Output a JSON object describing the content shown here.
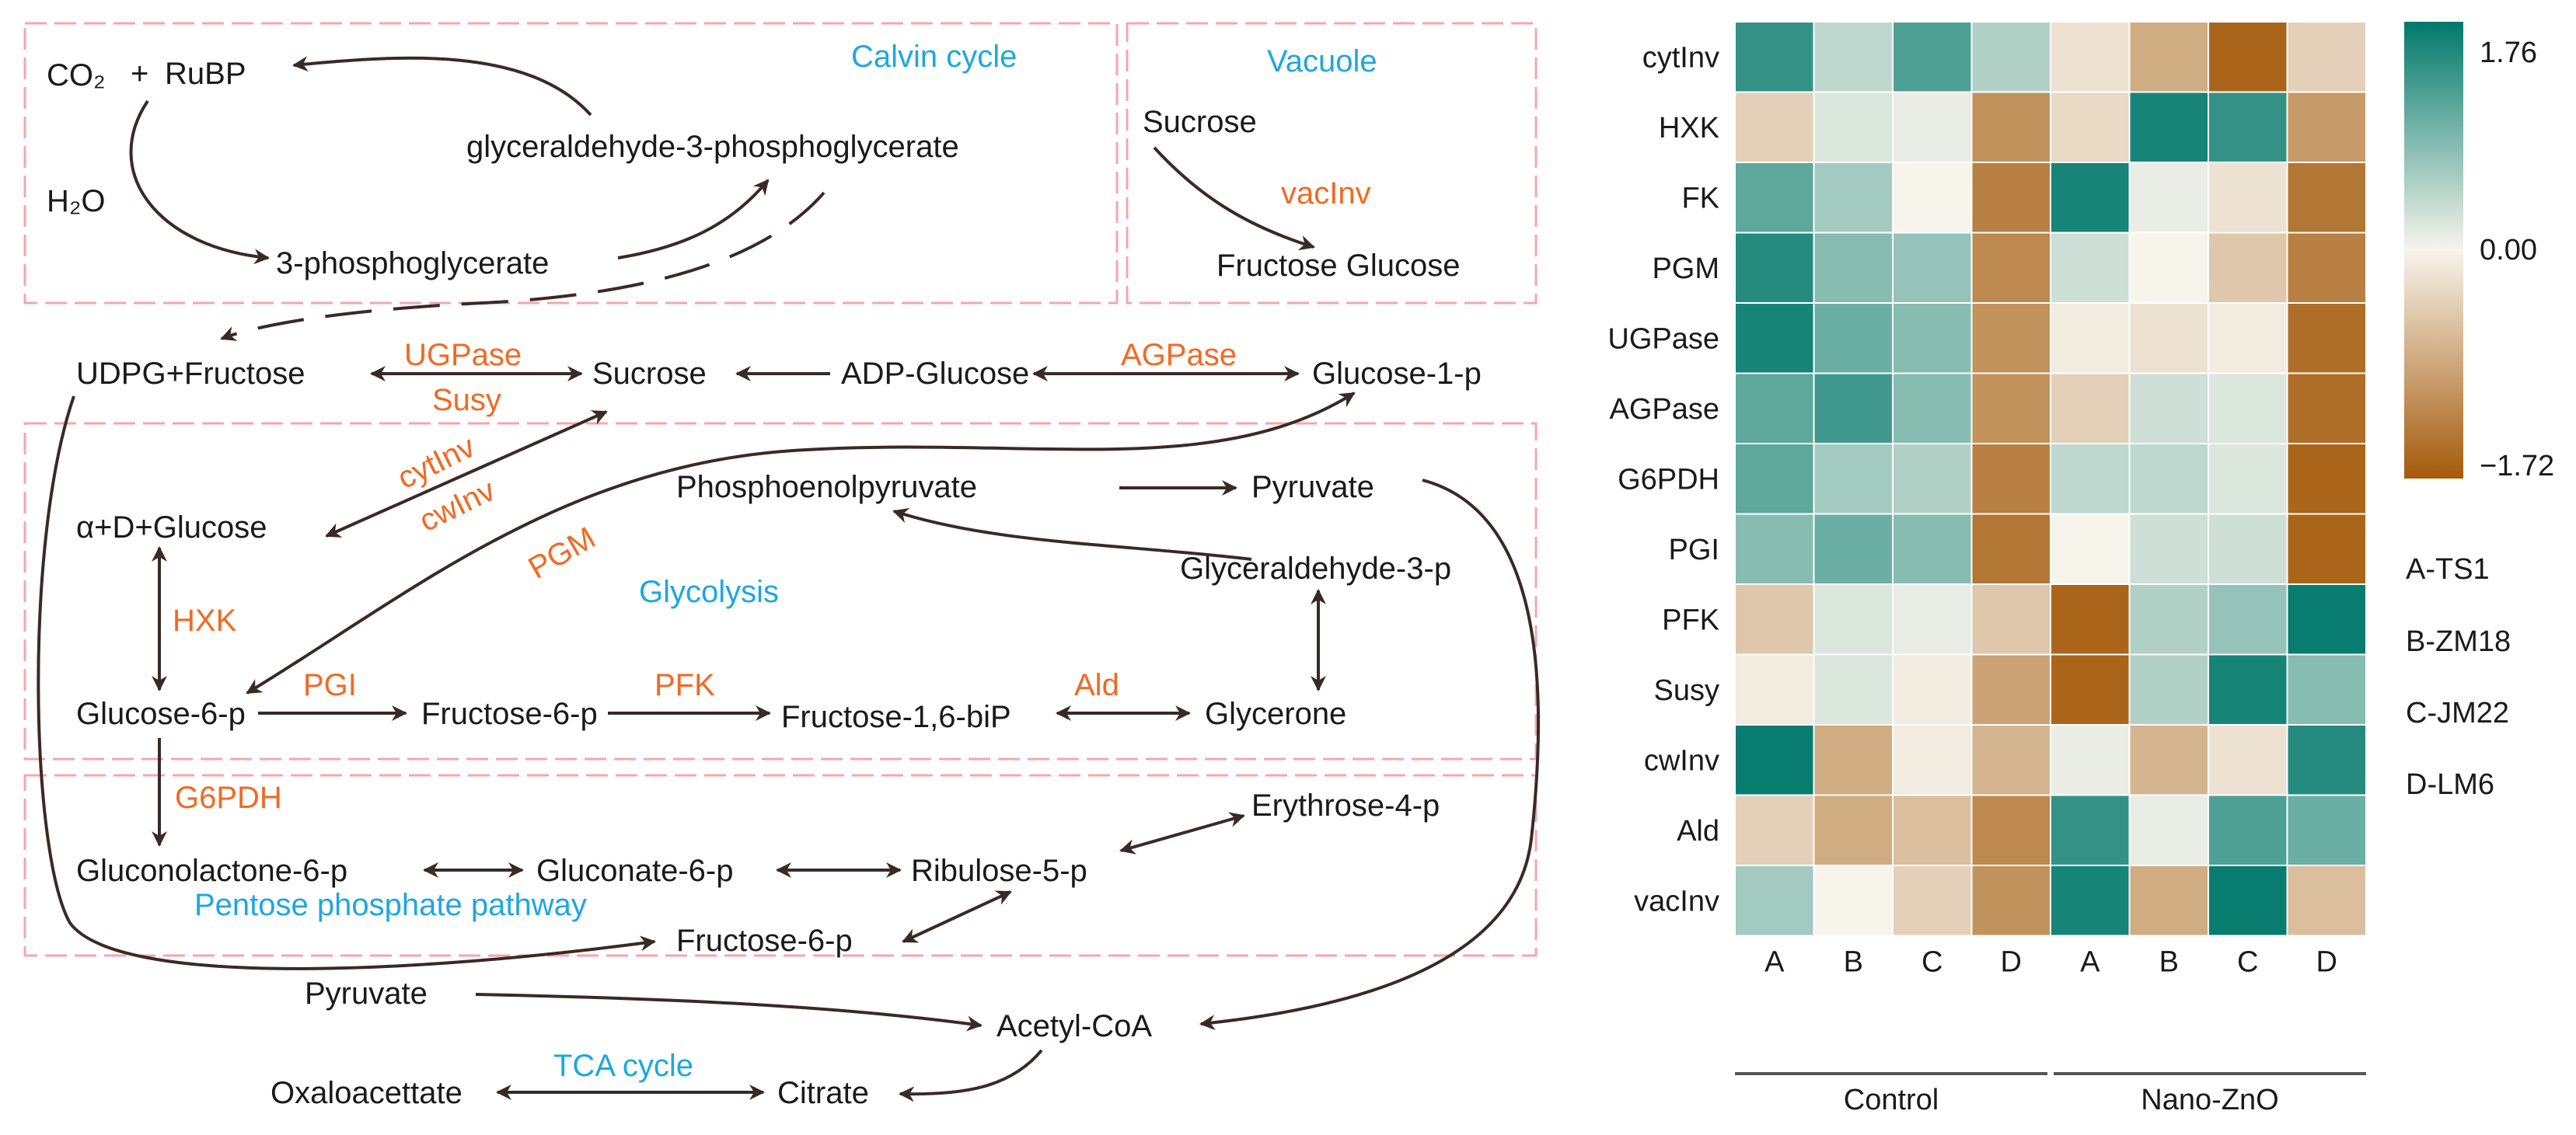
{
  "pathway": {
    "regions": {
      "calvin": "Calvin cycle",
      "vacuole": "Vacuole",
      "glycolysis": "Glycolysis",
      "ppp": "Pentose phosphate pathway",
      "tca": "TCA cycle"
    },
    "metabolites": {
      "co2": "CO₂",
      "plus": "+",
      "rubp": "RuBP",
      "h2o": "H₂O",
      "g3pg": "glyceraldehyde-3-phosphoglycerate",
      "pg3": "3-phosphoglycerate",
      "vac_sucrose": "Sucrose",
      "fructose_glucose": "Fructose Glucose",
      "udpg_fructose": "UDPG+Fructose",
      "sucrose": "Sucrose",
      "adp_glucose": "ADP-Glucose",
      "glucose_1p": "Glucose-1-p",
      "pep": "Phosphoenolpyruvate",
      "pyruvate": "Pyruvate",
      "alpha_glucose": "α+D+Glucose",
      "glyceraldehyde_3p": "Glyceraldehyde-3-p",
      "glucose_6p": "Glucose-6-p",
      "fructose_6p": "Fructose-6-p",
      "fructose_16bip": "Fructose-1,6-biP",
      "glycerone": "Glycerone",
      "erythrose_4p": "Erythrose-4-p",
      "gluconolactone_6p": "Gluconolactone-6-p",
      "gluconate_6p": "Gluconate-6-p",
      "ribulose_5p": "Ribulose-5-p",
      "fructose_6p_b": "Fructose-6-p",
      "pyruvate_b": "Pyruvate",
      "acetyl_coa": "Acetyl-CoA",
      "oxaloacetate": "Oxaloacettate",
      "citrate": "Citrate"
    },
    "enzymes": {
      "vacinv": "vacInv",
      "ugpase": "UGPase",
      "susy": "Susy",
      "agpase": "AGPase",
      "cytinv": "cytInv",
      "cwinv": "cwInv",
      "pgm": "PGM",
      "hxk": "HXK",
      "pgi": "PGI",
      "pfk": "PFK",
      "ald": "Ald",
      "g6pdh": "G6PDH"
    }
  },
  "heatmap": {
    "rows": [
      "cytInv",
      "HXK",
      "FK",
      "PGM",
      "UGPase",
      "AGPase",
      "G6PDH",
      "PGI",
      "PFK",
      "Susy",
      "cwInv",
      "Ald",
      "vacInv"
    ],
    "columns": [
      "A",
      "B",
      "C",
      "D",
      "A",
      "B",
      "C",
      "D"
    ],
    "groups": [
      "Control",
      "Nano-ZnO"
    ],
    "colorbar": {
      "max_label": "1.76",
      "mid_label": "0.00",
      "min_label": "−1.72",
      "max": 1.76,
      "min": -1.72,
      "colors": {
        "high": "#00796b",
        "mid": "#f7f4ec",
        "low": "#a45a0b"
      }
    },
    "legend": [
      "A-TS1",
      "B-ZM18",
      "C-JM22",
      "D-LM6"
    ],
    "values": [
      [
        1.4,
        0.4,
        1.2,
        0.5,
        -0.2,
        -0.8,
        -1.6,
        -0.4
      ],
      [
        -0.4,
        0.2,
        0.1,
        -1.1,
        -0.3,
        1.6,
        1.4,
        -1.0
      ],
      [
        1.1,
        0.6,
        0.0,
        -1.3,
        1.6,
        0.1,
        -0.2,
        -1.4
      ],
      [
        1.5,
        0.8,
        0.7,
        -1.2,
        0.3,
        0.0,
        -0.5,
        -1.3
      ],
      [
        1.6,
        1.0,
        0.8,
        -1.1,
        -0.1,
        -0.2,
        -0.1,
        -1.5
      ],
      [
        1.1,
        1.3,
        0.8,
        -1.1,
        -0.4,
        0.3,
        0.2,
        -1.5
      ],
      [
        1.1,
        0.6,
        0.5,
        -1.3,
        0.4,
        0.4,
        0.2,
        -1.6
      ],
      [
        0.8,
        1.0,
        0.8,
        -1.4,
        0.0,
        0.3,
        0.3,
        -1.6
      ],
      [
        -0.5,
        0.2,
        0.1,
        -0.5,
        -1.6,
        0.5,
        0.7,
        1.7
      ],
      [
        -0.1,
        0.2,
        -0.1,
        -0.9,
        -1.6,
        0.5,
        1.6,
        0.8
      ],
      [
        1.7,
        -0.8,
        -0.1,
        -0.7,
        0.1,
        -0.7,
        -0.2,
        1.5
      ],
      [
        -0.4,
        -0.8,
        -0.6,
        -1.2,
        1.4,
        0.1,
        1.2,
        1.0
      ],
      [
        0.6,
        0.0,
        -0.4,
        -1.1,
        1.6,
        -0.8,
        1.7,
        -0.6
      ]
    ]
  }
}
